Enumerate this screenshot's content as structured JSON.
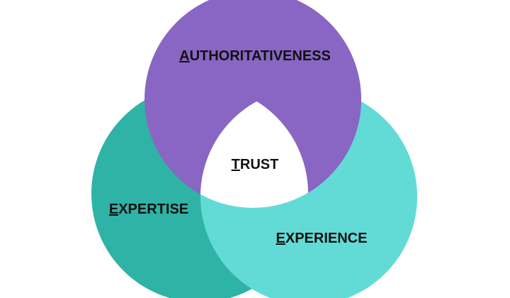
{
  "colors": {
    "authoritativeness": "#8966c3",
    "expertise": "#2fb3a6",
    "experience": "#62dbd6",
    "trust": "#ffffff",
    "background": "#ffffff",
    "text": "#111111"
  },
  "labels": {
    "authoritativeness": {
      "first": "A",
      "rest": "UTHORITATIVENESS"
    },
    "expertise": {
      "first": "E",
      "rest": "XPERTISE"
    },
    "experience": {
      "first": "E",
      "rest": "XPERIENCE"
    },
    "trust": {
      "first": "T",
      "rest": "RUST"
    }
  }
}
